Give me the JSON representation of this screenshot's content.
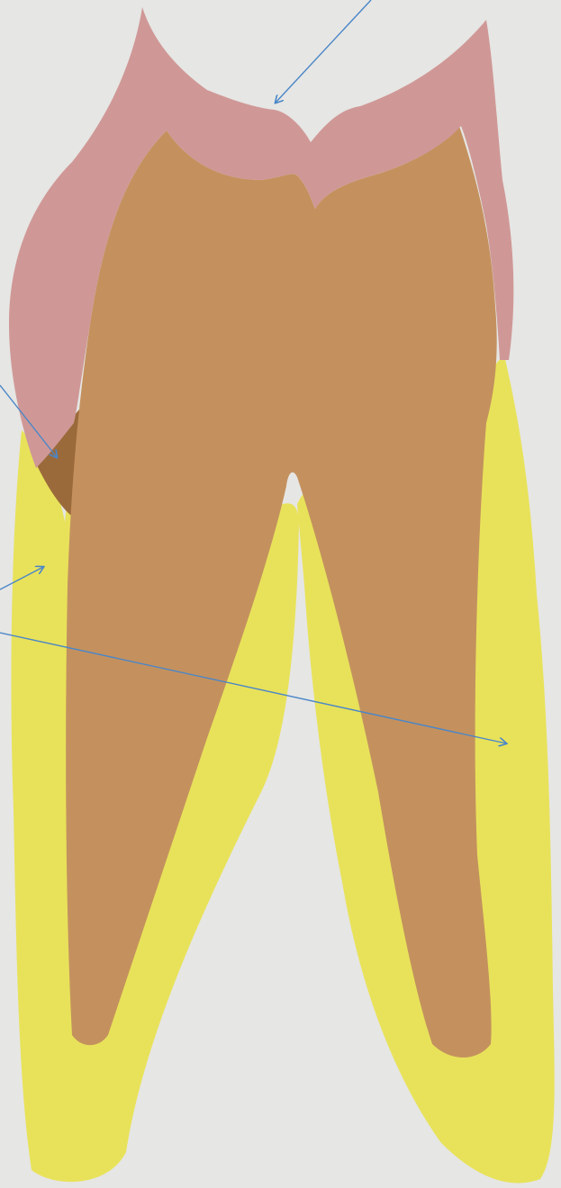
{
  "diagram": {
    "subject": "tooth-cross-section-model",
    "colors": {
      "background": "#e6e6e4",
      "cementum": "#e8e25a",
      "dentin": "#c4915e",
      "dentin_shadow": "#9b6a3a",
      "enamel": "#cf9896",
      "arrow": "#4a86c8"
    },
    "arrows": [
      {
        "name": "arrow-enamel-fissure"
      },
      {
        "name": "arrow-cej"
      },
      {
        "name": "arrow-cementum-left"
      },
      {
        "name": "arrow-cementum-right"
      }
    ]
  }
}
